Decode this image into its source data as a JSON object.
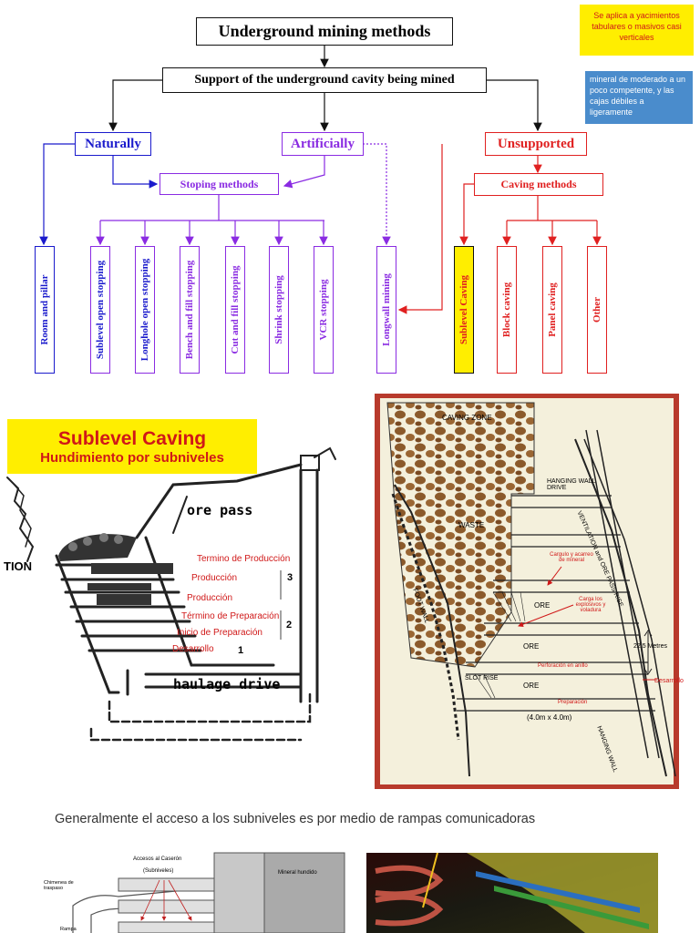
{
  "tree": {
    "root": "Underground mining methods",
    "support": "Support of the underground cavity being mined",
    "naturally": "Naturally",
    "artificially": "Artificially",
    "unsupported": "Unsupported",
    "stoping": "Stoping  methods",
    "caving": "Caving  methods",
    "leaves": {
      "room_pillar": "Room and pillar",
      "sublevel_open": "Sublevel  open  stopping",
      "longhole_open": "Longhole  open  stopping",
      "bench_fill": "Bench  and   fill  stopping",
      "cut_fill": "Cut  and  fill  stopping",
      "shrink": "Shrink  stopping",
      "vcr": "VCR  stopping",
      "longwall": "Longwall  mining",
      "sublevel_caving": "Sublevel Caving",
      "block_caving": "Block caving",
      "panel_caving": "Panel caving",
      "other": "Other"
    },
    "colors": {
      "blue": "#1a1acc",
      "purple": "#8a2be2",
      "red": "#e02020",
      "yellow": "#ffee00"
    }
  },
  "notes": {
    "yellow": "Se aplica a yacimientos tabulares o masivos casi verticales",
    "blue": "mineral  de moderado a un poco competente, y las cajas  débiles a ligeramente"
  },
  "left_panel": {
    "title": "Sublevel Caving",
    "subtitle": "Hundimiento por subniveles",
    "ore_pass": "ore pass",
    "tion": "TION",
    "termino_produccion": "Termino de Producción",
    "produccion1": "Producción",
    "produccion2": "Producción",
    "termino_preparacion": "Término de Preparación",
    "inicio_preparacion": "Inicio de Preparación",
    "desarrollo": "Desarrollo",
    "n1": "1",
    "n2": "2",
    "n3": "3",
    "haulage": "haulage drive"
  },
  "right_panel": {
    "caving_zone": "CAVING ZONE",
    "hanging_wall_drive": "HANGING WALL DRIVE",
    "ventilation": "VENTILATION and ORE PASS RISE",
    "waste": "WASTE",
    "cargado": "Cargulo y acarreo de mineral",
    "carga_explosivos": "Carga los explosivos y voladura",
    "foot_wall": "FOOT WALL",
    "ore1": "ORE",
    "ore2": "ORE",
    "ore3": "ORE",
    "dim": "22.5 Metres",
    "perforacion": "Perforación en anillo",
    "desarrollo": "Desarrollo",
    "slot_rise": "SLOT RISE",
    "preparacion": "Preparación",
    "size": "(4.0m x 4.0m)",
    "hanging_wall": "HANGING WALL"
  },
  "bottom": {
    "caption": "Generalmente el acceso a los subniveles es por medio de rampas  comunicadoras",
    "acceso": "Accesos al Caserón",
    "subniveles": "(Subniveles)",
    "mineral_hundido": "Mineral hundido",
    "chimenea": "Chimenea de traspaso",
    "rampa": "Rampa"
  }
}
